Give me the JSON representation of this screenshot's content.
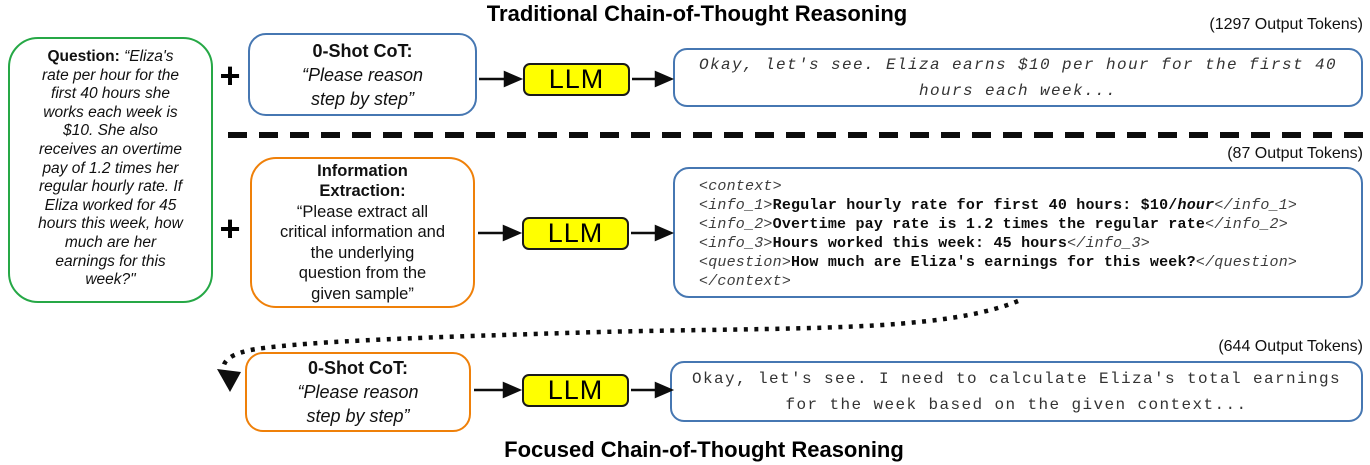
{
  "titles": {
    "top": "Traditional Chain-of-Thought Reasoning",
    "bottom": "Focused Chain-of-Thought Reasoning"
  },
  "token_labels": {
    "row1": "(1297 Output Tokens)",
    "row2": "(87 Output Tokens)",
    "row3": "(644 Output Tokens)"
  },
  "plus_sign": "+",
  "question_box": {
    "label": "Question:",
    "first_line_rest": " “Eliza's",
    "body": "rate per hour for the\nfirst 40 hours she\nworks each week is\n$10. She also\nreceives an overtime\npay of 1.2 times her\nregular hourly rate. If\nEliza worked for 45\nhours this week, how\nmuch are her\nearnings for this\nweek?\""
  },
  "zero_shot_cot_top": {
    "title": "0-Shot CoT:",
    "body": "“Please reason\nstep by step”"
  },
  "info_extraction": {
    "title": "Information\nExtraction:",
    "body": "“Please extract all\ncritical information and\nthe underlying\nquestion from the\ngiven sample”"
  },
  "zero_shot_cot_bottom": {
    "title": "0-Shot CoT:",
    "body": "“Please reason\nstep by step”"
  },
  "llm_label": "LLM",
  "outputs": {
    "row1": "Okay, let's see. Eliza earns $10 per hour for the first 40\nhours each week...",
    "row2": {
      "lines": [
        [
          {
            "t": "<context>",
            "s": "tag"
          }
        ],
        [
          {
            "t": "<info_1>",
            "s": "tag"
          },
          {
            "t": "Regular hourly rate for first 40 hours: $10/",
            "s": "bold"
          },
          {
            "t": "hour",
            "s": "bolditalic"
          },
          {
            "t": "</info_1>",
            "s": "tag"
          }
        ],
        [
          {
            "t": "<info_2>",
            "s": "tag"
          },
          {
            "t": "Overtime pay rate is 1.2 times the regular rate",
            "s": "bold"
          },
          {
            "t": "</info_2>",
            "s": "tag"
          }
        ],
        [
          {
            "t": "<info_3>",
            "s": "tag"
          },
          {
            "t": "Hours worked this week: 45 hours",
            "s": "bold"
          },
          {
            "t": "</info_3>",
            "s": "tag"
          }
        ],
        [
          {
            "t": "<question>",
            "s": "tag"
          },
          {
            "t": "How much are Eliza's earnings for this week?",
            "s": "bold"
          },
          {
            "t": "</question>",
            "s": "tag"
          }
        ],
        [
          {
            "t": "</context>",
            "s": "tag"
          }
        ]
      ]
    },
    "row3": "Okay, let's see. I need to calculate Eliza's total earnings\nfor the week based on the given context..."
  },
  "colors": {
    "question_border": "#26a846",
    "prompt_blue_border": "#4677b2",
    "prompt_orange_border": "#ef8009",
    "llm_fill": "#ffff00",
    "llm_border": "#1a1a1a",
    "arrow": "#0d0d0d"
  }
}
